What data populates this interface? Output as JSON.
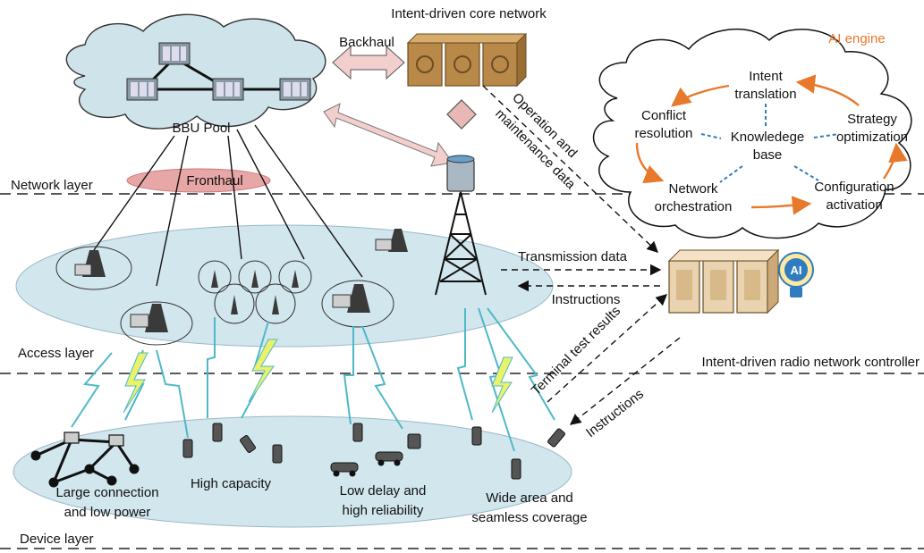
{
  "core": {
    "title": "Intent-driven core network",
    "backhaul": "Backhaul",
    "bbu_pool": "BBU Pool",
    "fronthaul": "Fronthaul",
    "om_data": [
      "Operation and",
      "maintenance data"
    ]
  },
  "ai_engine": {
    "title": "AI engine",
    "intent": [
      "Intent",
      "translation"
    ],
    "conflict": [
      "Conflict",
      "resolution"
    ],
    "strategy": [
      "Strategy",
      "optimization"
    ],
    "knowledge": [
      "Knowledege",
      "base"
    ],
    "network": [
      "Network",
      "orchestration"
    ],
    "configuration": [
      "Configuration",
      "activation"
    ]
  },
  "layers": {
    "network": "Network layer",
    "access": "Access layer",
    "device": "Device layer"
  },
  "controller": {
    "title": "Intent-driven radio network controller",
    "transmission": "Transmission data",
    "instructions": "Instructions",
    "terminal": "Terminal test results",
    "instructions2": "Instructions",
    "ai_badge": "AI"
  },
  "devices": {
    "large": [
      "Large connection",
      "and low power"
    ],
    "capacity": "High capacity",
    "low_delay": [
      "Low delay and",
      "high reliability"
    ],
    "wide": [
      "Wide area and",
      "seamless coverage"
    ]
  },
  "colors": {
    "cloud_fill": "#cfe3ea",
    "access_fill": "#d2e6ee",
    "arrow_pink": "#f2cfcc",
    "ai_orange": "#e8782a",
    "dotted_blue": "#2f7cc0",
    "bolt": "#4fb8c8",
    "server_brown": "#b9894a",
    "controller_beige": "#e9d3b0"
  }
}
